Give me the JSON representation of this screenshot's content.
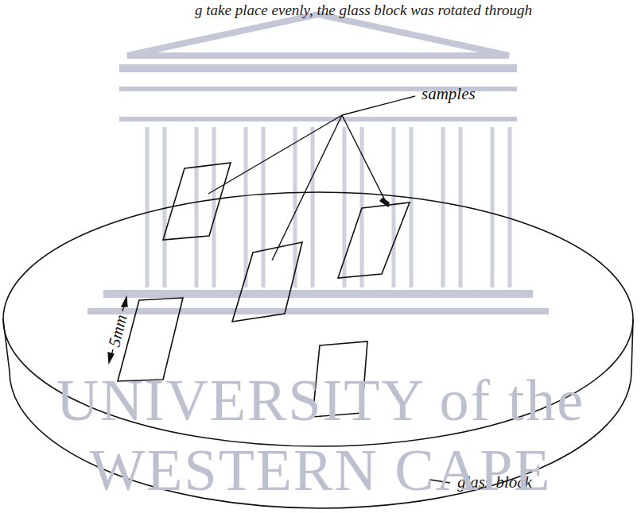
{
  "diagram": {
    "labels": [
      "g take place evenly, the glass block was rotated through",
      "samples",
      "5mm",
      "glass block",
      "UNIVERSITY of the",
      "WESTERN CAPE"
    ]
  }
}
